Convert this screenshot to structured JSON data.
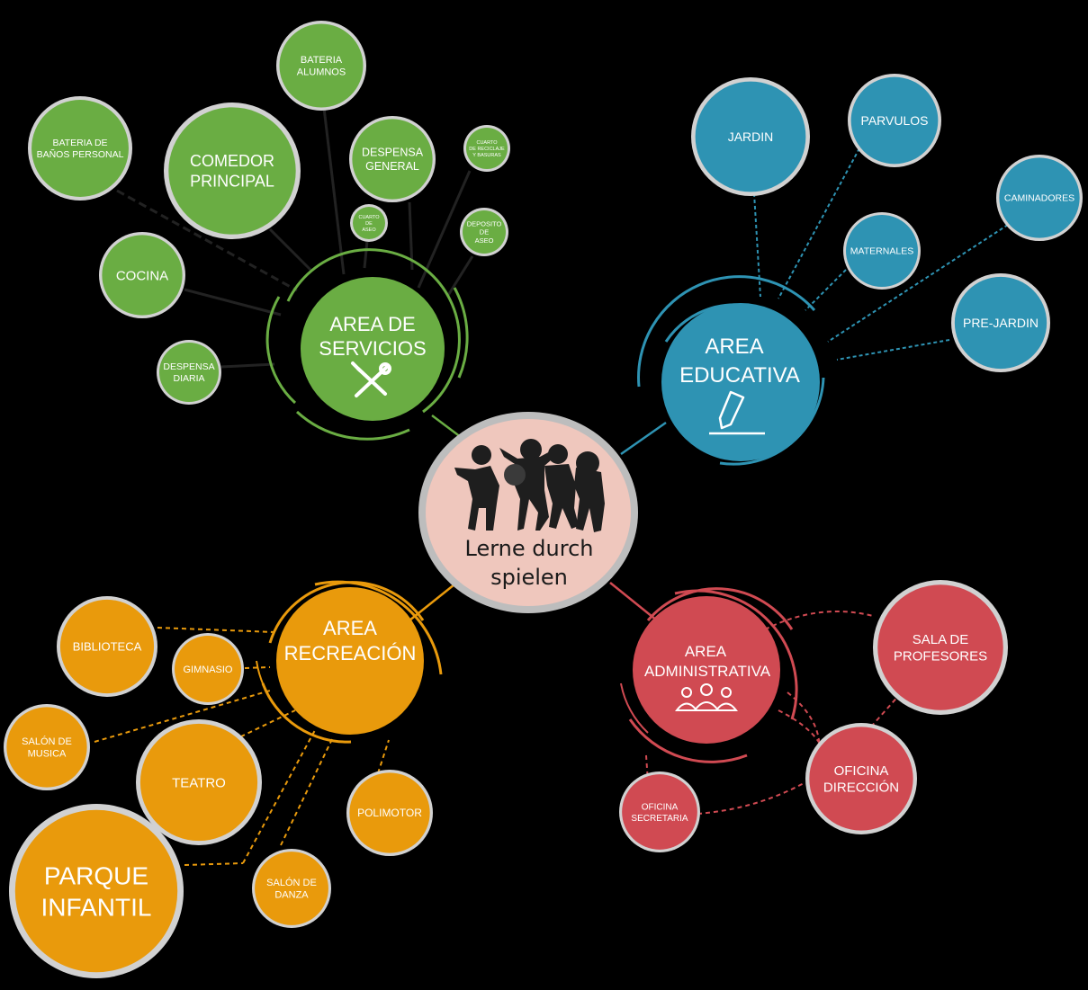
{
  "colors": {
    "background": "#000000",
    "green": "#6aad43",
    "blue": "#2e93b3",
    "orange": "#e99a0c",
    "red": "#d04a52",
    "center_fill": "#efc7bd",
    "ring_gray": "#d1d1d1"
  },
  "center": {
    "title_line1": "Lerne durch",
    "title_line2": "spielen",
    "image": "children-playing-silhouette"
  },
  "areas": {
    "servicios": {
      "line1": "AREA DE",
      "line2": "SERVICIOS",
      "icon": "wrench-screwdriver-icon",
      "nodes": [
        {
          "id": "bateria-alumnos",
          "lines": [
            "BATERIA",
            "ALUMNOS"
          ]
        },
        {
          "id": "bateria-banos-personal",
          "lines": [
            "BATERIA DE",
            "BAÑOS PERSONAL"
          ]
        },
        {
          "id": "comedor-principal",
          "lines": [
            "COMEDOR",
            "PRINCIPAL"
          ]
        },
        {
          "id": "despensa-general",
          "lines": [
            "DESPENSA",
            "GENERAL"
          ]
        },
        {
          "id": "cuarto-reciclaje",
          "lines": [
            "CUARTO",
            "DE RECICLAJE",
            "Y BASURAS"
          ]
        },
        {
          "id": "cuarto-aseo",
          "lines": [
            "CUARTO",
            "DE",
            "ASEO"
          ]
        },
        {
          "id": "deposito-aseo",
          "lines": [
            "DEPOSITO",
            "DE",
            "ASEO"
          ]
        },
        {
          "id": "cocina",
          "lines": [
            "COCINA"
          ]
        },
        {
          "id": "despensa-diaria",
          "lines": [
            "DESPENSA",
            "DIARIA"
          ]
        }
      ]
    },
    "educativa": {
      "line1": "AREA",
      "line2": "EDUCATIVA",
      "icon": "pencil-icon",
      "nodes": [
        {
          "id": "jardin",
          "lines": [
            "JARDIN"
          ]
        },
        {
          "id": "parvulos",
          "lines": [
            "PARVULOS"
          ]
        },
        {
          "id": "caminadores",
          "lines": [
            "CAMINADORES"
          ]
        },
        {
          "id": "maternales",
          "lines": [
            "MATERNALES"
          ]
        },
        {
          "id": "pre-jardin",
          "lines": [
            "PRE-JARDIN"
          ]
        }
      ]
    },
    "recreacion": {
      "line1": "AREA",
      "line2": "RECREACIÓN",
      "nodes": [
        {
          "id": "biblioteca",
          "lines": [
            "BIBLIOTECA"
          ]
        },
        {
          "id": "gimnasio",
          "lines": [
            "GIMNASIO"
          ]
        },
        {
          "id": "salon-musica",
          "lines": [
            "SALÓN DE",
            "MUSICA"
          ]
        },
        {
          "id": "teatro",
          "lines": [
            "TEATRO"
          ]
        },
        {
          "id": "polimotor",
          "lines": [
            "POLIMOTOR"
          ]
        },
        {
          "id": "parque-infantil",
          "lines": [
            "PARQUE",
            "INFANTIL"
          ]
        },
        {
          "id": "salon-danza",
          "lines": [
            "SALÓN DE",
            "DANZA"
          ]
        }
      ]
    },
    "administrativa": {
      "line1": "AREA",
      "line2": "ADMINISTRATIVA",
      "icon": "people-group-icon",
      "nodes": [
        {
          "id": "sala-profesores",
          "lines": [
            "SALA DE",
            "PROFESORES"
          ]
        },
        {
          "id": "oficina-direccion",
          "lines": [
            "OFICINA",
            "DIRECCIÓN"
          ]
        },
        {
          "id": "oficina-secretaria",
          "lines": [
            "OFICINA",
            "SECRETARIA"
          ]
        }
      ]
    }
  }
}
